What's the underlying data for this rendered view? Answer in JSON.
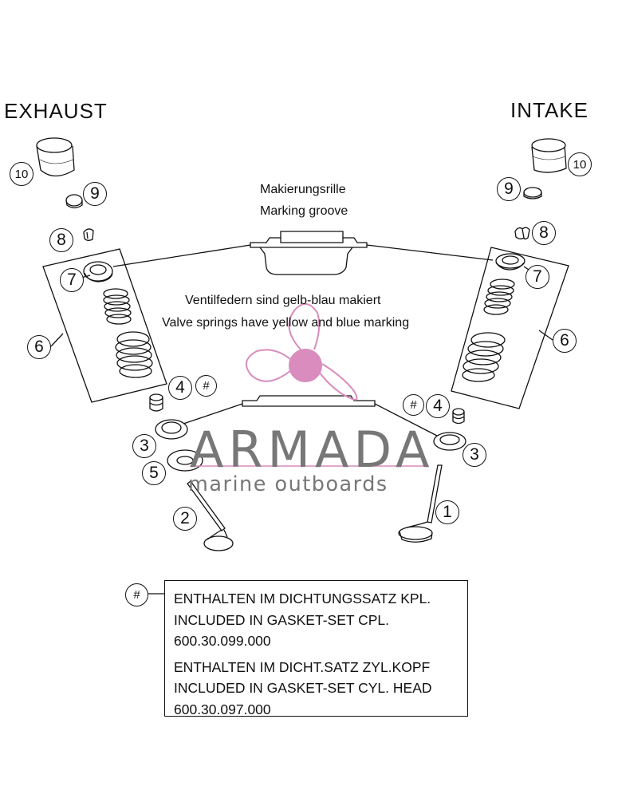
{
  "diagram": {
    "exhaust_label": "EXHAUST",
    "intake_label": "INTAKE",
    "groove_note_de": "Makierungsrille",
    "groove_note_en": "Marking groove",
    "spring_note_de": "Ventilfedern sind gelb-blau makiert",
    "spring_note_en": "Valve springs have yellow and blue marking",
    "callouts": {
      "n1": "1",
      "n2": "2",
      "n3": "3",
      "n4": "4",
      "n5": "5",
      "n6": "6",
      "n7": "7",
      "n8": "8",
      "n9": "9",
      "n10": "10",
      "hash": "#"
    }
  },
  "watermark": {
    "title": "ARMADA",
    "subtitle": "marine outboards",
    "colors": {
      "pink": "#d98cbd",
      "grey": "#777777"
    }
  },
  "legend": {
    "symbol": "#",
    "lines_1": [
      "ENTHALTEN IM DICHTUNGSSATZ KPL.",
      "INCLUDED IN GASKET-SET CPL.",
      "600.30.099.000"
    ],
    "lines_2": [
      "ENTHALTEN IM DICHT.SATZ ZYL.KOPF",
      "INCLUDED IN GASKET-SET CYL. HEAD",
      "600.30.097.000"
    ]
  }
}
